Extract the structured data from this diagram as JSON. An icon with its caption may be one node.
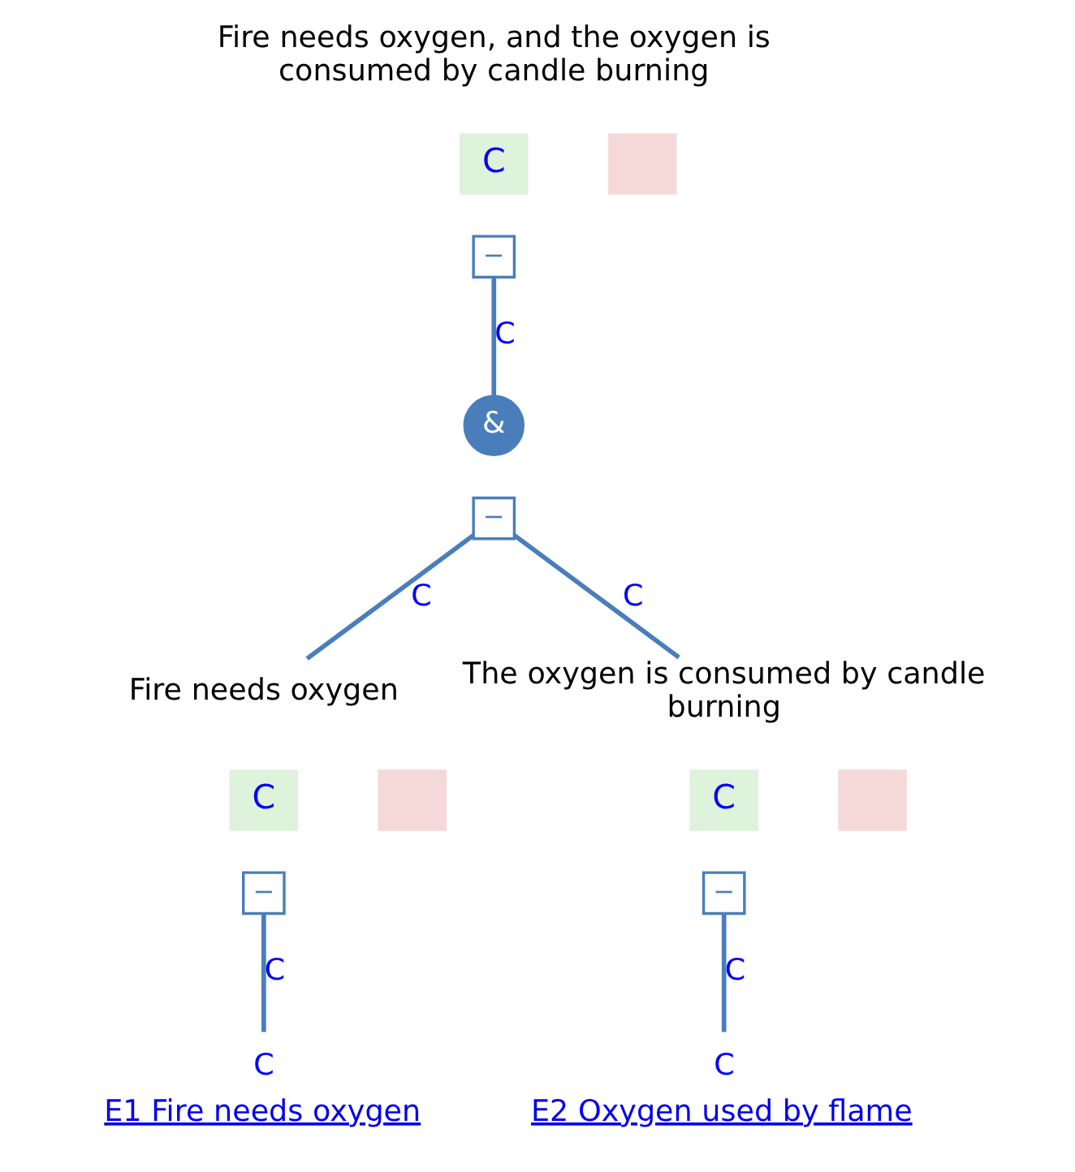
{
  "diagram": {
    "nodes": [
      {
        "text": [
          "Fire needs oxygen, and the oxygen is consumed by candle burning"
        ]
      },
      {
        "text": [
          "C"
        ]
      },
      {
        "text": [],
        "shape": "box"
      },
      {
        "text": [
          "−"
        ]
      },
      {
        "text": [
          "&"
        ]
      },
      {
        "text": [
          "−"
        ]
      },
      {
        "text": [
          "Fire needs oxygen"
        ]
      },
      {
        "text": [
          "C"
        ]
      },
      {
        "text": [],
        "shape": "box"
      },
      {
        "text": [
          "−"
        ]
      },
      {
        "text": [
          "C",
          "E1 Fire needs oxygen"
        ]
      },
      {
        "text": [
          "The oxygen is consumed by candle burning"
        ]
      },
      {
        "text": [
          "C"
        ]
      },
      {
        "text": [],
        "shape": "box"
      },
      {
        "text": [
          "−"
        ]
      },
      {
        "text": [
          "C",
          "E2 Oxygen used by flame"
        ]
      }
    ],
    "edges": [
      {
        "from": 3,
        "to": 4,
        "arrow": "none",
        "label": "C"
      },
      {
        "from": 5,
        "to": 6,
        "arrow": "none",
        "label": "C"
      },
      {
        "from": 5,
        "to": 11,
        "arrow": "none",
        "label": "C"
      },
      {
        "from": 9,
        "to": 10,
        "arrow": "none",
        "label": "C"
      },
      {
        "from": 14,
        "to": 15,
        "arrow": "none",
        "label": "C"
      }
    ]
  }
}
